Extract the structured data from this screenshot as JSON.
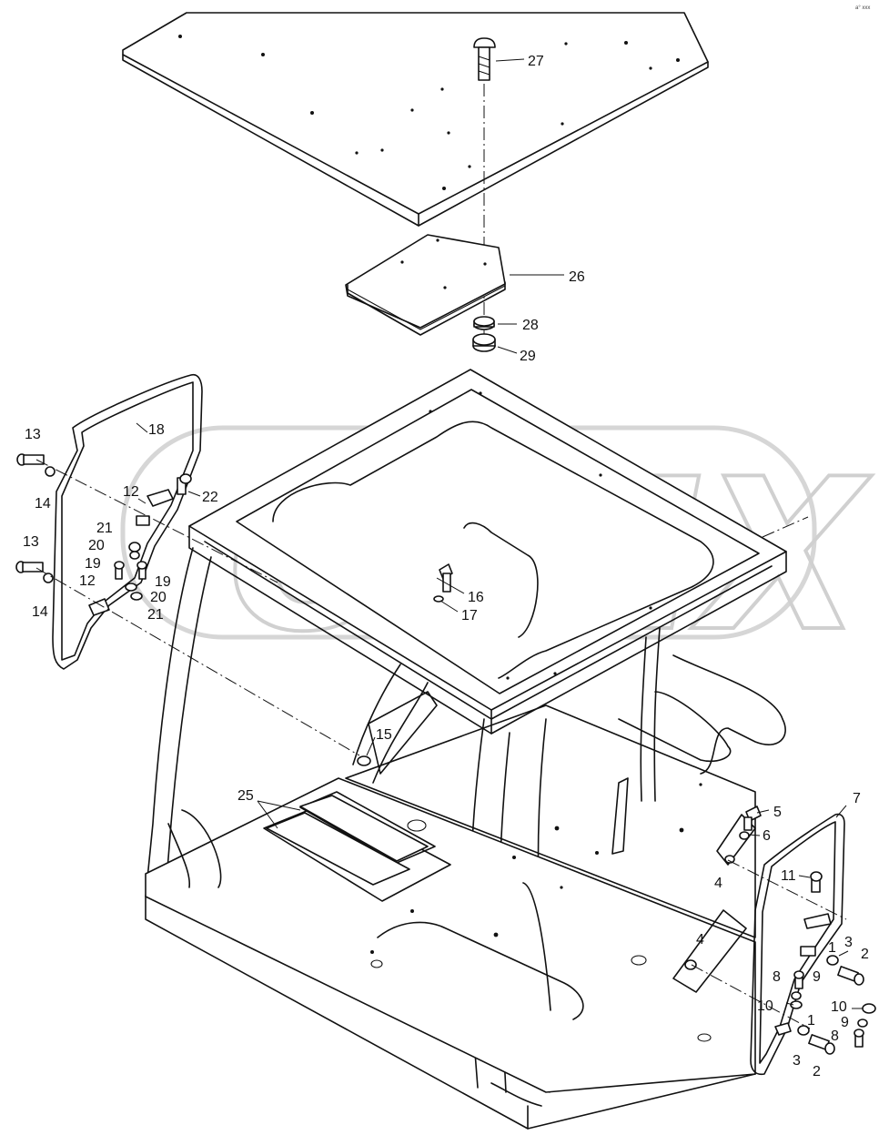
{
  "watermark": "OPEX",
  "corner_mark": "a° xxx",
  "callouts": [
    {
      "id": "c27",
      "label": "27"
    },
    {
      "id": "c26",
      "label": "26"
    },
    {
      "id": "c28",
      "label": "28"
    },
    {
      "id": "c29",
      "label": "29"
    },
    {
      "id": "c18",
      "label": "18"
    },
    {
      "id": "c13a",
      "label": "13"
    },
    {
      "id": "c14a",
      "label": "14"
    },
    {
      "id": "c22",
      "label": "22"
    },
    {
      "id": "c12a",
      "label": "12"
    },
    {
      "id": "c21a",
      "label": "21"
    },
    {
      "id": "c20a",
      "label": "20"
    },
    {
      "id": "c19a",
      "label": "19"
    },
    {
      "id": "c19b",
      "label": "19"
    },
    {
      "id": "c20b",
      "label": "20"
    },
    {
      "id": "c21b",
      "label": "21"
    },
    {
      "id": "c13b",
      "label": "13"
    },
    {
      "id": "c14b",
      "label": "14"
    },
    {
      "id": "c12b",
      "label": "12"
    },
    {
      "id": "c16",
      "label": "16"
    },
    {
      "id": "c17",
      "label": "17"
    },
    {
      "id": "c15",
      "label": "15"
    },
    {
      "id": "c25",
      "label": "25"
    },
    {
      "id": "c7",
      "label": "7"
    },
    {
      "id": "c5",
      "label": "5"
    },
    {
      "id": "c6",
      "label": "6"
    },
    {
      "id": "c4a",
      "label": "4"
    },
    {
      "id": "c11",
      "label": "11"
    },
    {
      "id": "c4b",
      "label": "4"
    },
    {
      "id": "c1a",
      "label": "1"
    },
    {
      "id": "c3a",
      "label": "3"
    },
    {
      "id": "c2a",
      "label": "2"
    },
    {
      "id": "c8a",
      "label": "8"
    },
    {
      "id": "c9a",
      "label": "9"
    },
    {
      "id": "c10a",
      "label": "10"
    },
    {
      "id": "c1b",
      "label": "1"
    },
    {
      "id": "c10b",
      "label": "10"
    },
    {
      "id": "c9b",
      "label": "9"
    },
    {
      "id": "c8b",
      "label": "8"
    },
    {
      "id": "c3b",
      "label": "3"
    },
    {
      "id": "c2b",
      "label": "2"
    }
  ]
}
